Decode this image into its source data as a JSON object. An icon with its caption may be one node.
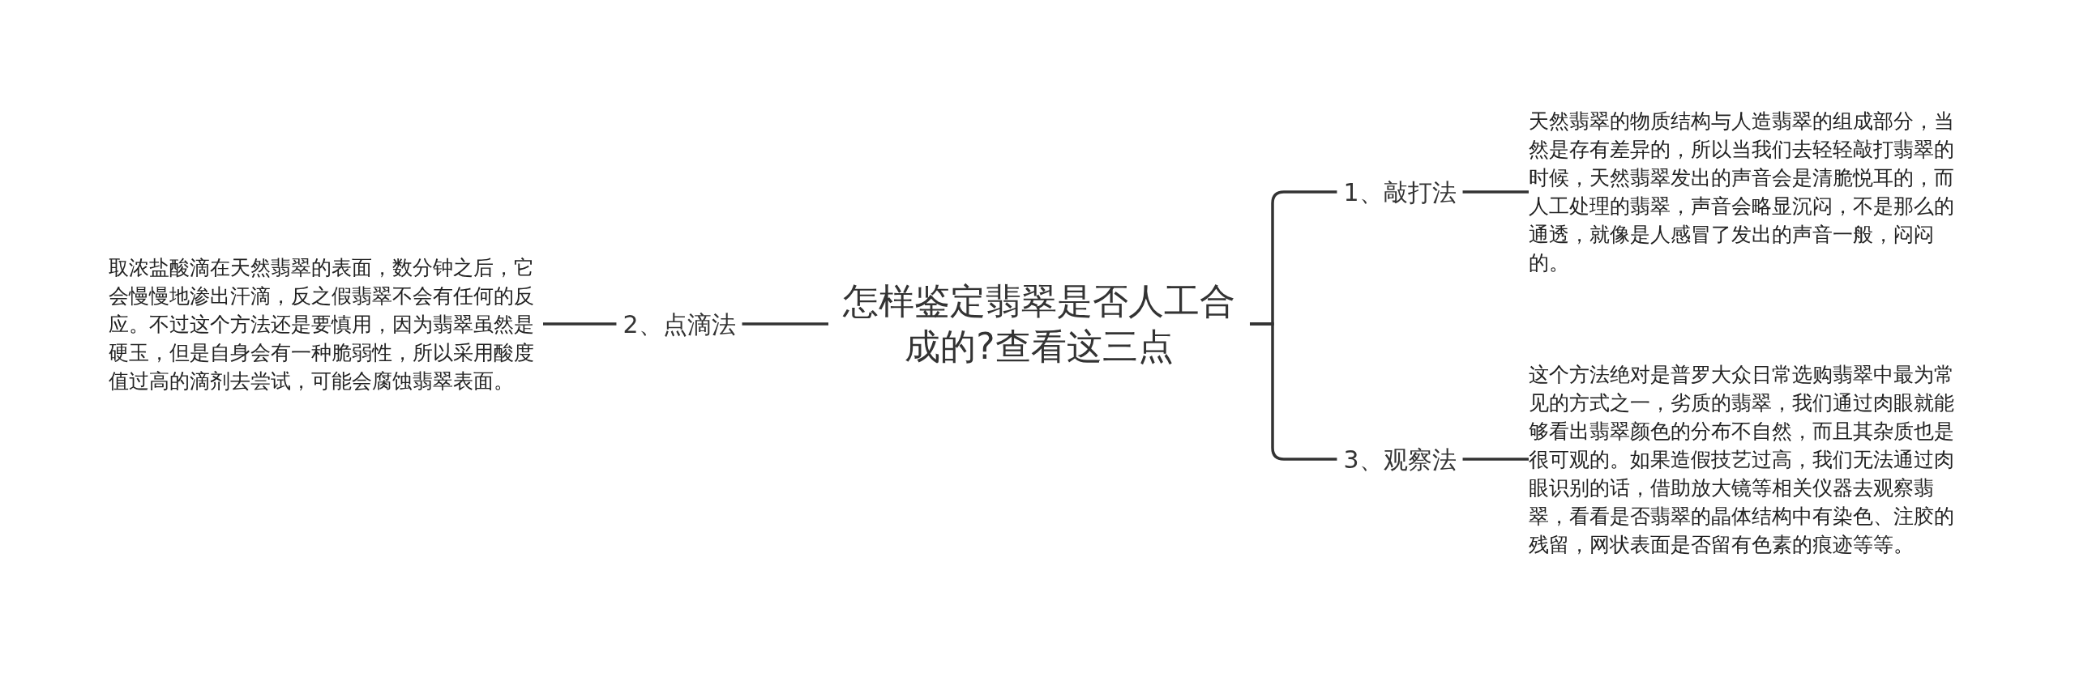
{
  "diagram": {
    "nodes": [
      {
        "text": [
          "怎样鉴定翡翠是否人工合成的?查看这三点"
        ]
      },
      {
        "text": [
          "2、点滴法"
        ]
      },
      {
        "text": [
          "取浓盐酸滴在天然翡翠的表面，数分钟之后，它会慢慢地渗出汗滴，反之假翡翠不会有任何的反应。不过这个方法还是要慎用，因为翡翠虽然是硬玉，但是自身会有一种脆弱性，所以采用酸度值过高的滴剂去尝试，可能会腐蚀翡翠表面。"
        ]
      },
      {
        "text": [
          "1、敲打法"
        ]
      },
      {
        "text": [
          "天然翡翠的物质结构与人造翡翠的组成部分，当然是存有差异的，所以当我们去轻轻敲打翡翠的时候，天然翡翠发出的声音会是清脆悦耳的，而人工处理的翡翠，声音会略显沉闷，不是那么的通透，就像是人感冒了发出的声音一般，闷闷的。"
        ]
      },
      {
        "text": [
          "3、观察法"
        ]
      },
      {
        "text": [
          "这个方法绝对是普罗大众日常选购翡翠中最为常见的方式之一，劣质的翡翠，我们通过肉眼就能够看出翡翠颜色的分布不自然，而且其杂质也是很可观的。如果造假技艺过高，我们无法通过肉眼识别的话，借助放大镜等相关仪器去观察翡翠，看看是否翡翠的晶体结构中有染色、注胶的残留，网状表面是否留有色素的痕迹等等。"
        ]
      }
    ],
    "edges": [
      {
        "from": 0,
        "to": 1,
        "arrow": "none"
      },
      {
        "from": 1,
        "to": 2,
        "arrow": "none"
      },
      {
        "from": 0,
        "to": 3,
        "arrow": "none"
      },
      {
        "from": 3,
        "to": 4,
        "arrow": "none"
      },
      {
        "from": 0,
        "to": 5,
        "arrow": "none"
      },
      {
        "from": 5,
        "to": 6,
        "arrow": "none"
      }
    ]
  }
}
